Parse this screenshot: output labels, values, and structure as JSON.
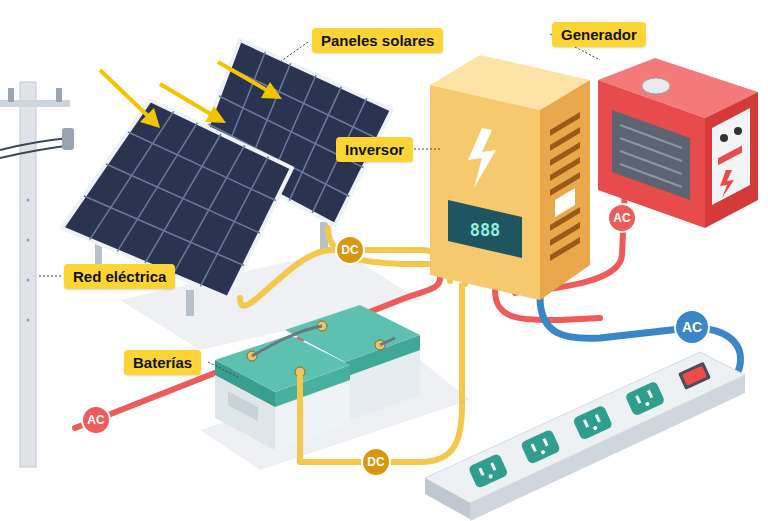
{
  "diagram": {
    "nodes": [
      {
        "text": [
          "Paneles solares"
        ]
      },
      {
        "text": [
          "Generador"
        ]
      },
      {
        "text": [
          "Inversor"
        ]
      },
      {
        "text": [
          "Red eléctrica"
        ]
      },
      {
        "text": [
          "Baterías"
        ]
      }
    ],
    "labels": [
      "AC",
      "888",
      "DC",
      "AC",
      "AC",
      "DC"
    ]
  }
}
